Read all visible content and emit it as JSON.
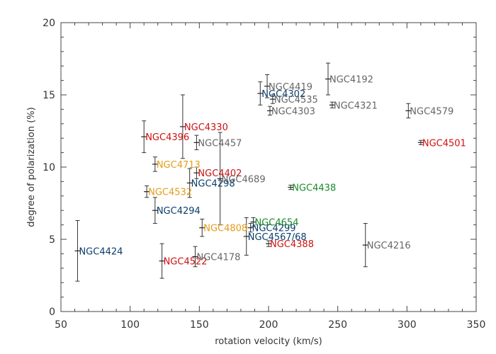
{
  "chart_data": {
    "type": "scatter",
    "xlabel": "rotation velocity (km/s)",
    "ylabel": "degree of polarization (%)",
    "xlim": [
      50,
      350
    ],
    "ylim": [
      0,
      20
    ],
    "xticks": [
      50,
      100,
      150,
      200,
      250,
      300,
      350
    ],
    "yticks": [
      0,
      5,
      10,
      15,
      20
    ],
    "grid": false,
    "points": [
      {
        "label": "NGC4424",
        "x": 62,
        "y": 4.2,
        "yerr": 2.1,
        "color": "#0b3d6b"
      },
      {
        "label": "NGC4396",
        "x": 110,
        "y": 12.1,
        "yerr": 1.1,
        "color": "#cc1111"
      },
      {
        "label": "NGC4532",
        "x": 112,
        "y": 8.3,
        "yerr": 0.4,
        "color": "#e39b17"
      },
      {
        "label": "NGC4294",
        "x": 118,
        "y": 7.0,
        "yerr": 0.9,
        "color": "#0b3d6b"
      },
      {
        "label": "NGC4713",
        "x": 118,
        "y": 10.2,
        "yerr": 0.5,
        "color": "#e39b17"
      },
      {
        "label": "NGC4522",
        "x": 123,
        "y": 3.5,
        "yerr": 1.2,
        "color": "#cc1111"
      },
      {
        "label": "NGC4330",
        "x": 138,
        "y": 12.8,
        "yerr": 2.2,
        "color": "#cc1111"
      },
      {
        "label": "NGC4298",
        "x": 143,
        "y": 8.9,
        "yerr": 1.0,
        "color": "#0b3d6b"
      },
      {
        "label": "NGC4402",
        "x": 148,
        "y": 9.6,
        "yerr": 0.4,
        "color": "#cc1111"
      },
      {
        "label": "NGC4457",
        "x": 148,
        "y": 11.7,
        "yerr": 0.5,
        "color": "#666666"
      },
      {
        "label": "NGC4178",
        "x": 147,
        "y": 3.8,
        "yerr": 0.7,
        "color": "#666666"
      },
      {
        "label": "NGC4808",
        "x": 152,
        "y": 5.8,
        "yerr": 0.6,
        "color": "#e39b17"
      },
      {
        "label": "NGC4689",
        "x": 165,
        "y": 9.2,
        "yerr": 3.2,
        "color": "#666666"
      },
      {
        "label": "NGC4567/68",
        "x": 184,
        "y": 5.2,
        "yerr": 1.3,
        "color": "#0b3d6b"
      },
      {
        "label": "NGC4299",
        "x": 187,
        "y": 5.8,
        "yerr": 0.3,
        "color": "#0b3d6b"
      },
      {
        "label": "NGC4654",
        "x": 189,
        "y": 6.2,
        "yerr": 0.3,
        "color": "#1a8a2a"
      },
      {
        "label": "NGC4302",
        "x": 194,
        "y": 15.1,
        "yerr": 0.8,
        "color": "#0b3d6b"
      },
      {
        "label": "NGC4419",
        "x": 199,
        "y": 15.6,
        "yerr": 0.8,
        "color": "#666666"
      },
      {
        "label": "NGC4303",
        "x": 201,
        "y": 13.9,
        "yerr": 0.3,
        "color": "#666666"
      },
      {
        "label": "NGC4388",
        "x": 200,
        "y": 4.7,
        "yerr": 0.2,
        "color": "#cc1111"
      },
      {
        "label": "NGC4535",
        "x": 203,
        "y": 14.7,
        "yerr": 0.3,
        "color": "#666666"
      },
      {
        "label": "NGC4438",
        "x": 216,
        "y": 8.6,
        "yerr": 0.15,
        "color": "#1a8a2a"
      },
      {
        "label": "NGC4192",
        "x": 243,
        "y": 16.1,
        "yerr": 1.1,
        "color": "#666666"
      },
      {
        "label": "NGC4321",
        "x": 246,
        "y": 14.3,
        "yerr": 0.2,
        "color": "#666666"
      },
      {
        "label": "NGC4216",
        "x": 270,
        "y": 4.6,
        "yerr": 1.5,
        "color": "#666666"
      },
      {
        "label": "NGC4579",
        "x": 301,
        "y": 13.9,
        "yerr": 0.5,
        "color": "#666666"
      },
      {
        "label": "NGC4501",
        "x": 310,
        "y": 11.7,
        "yerr": 0.15,
        "color": "#cc1111"
      }
    ]
  }
}
